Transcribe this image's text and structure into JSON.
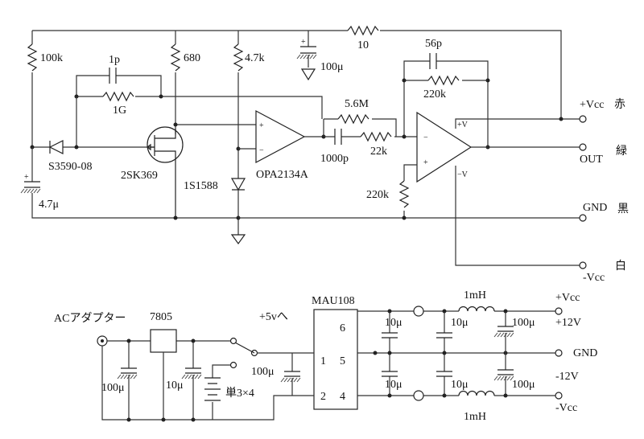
{
  "amp": {
    "r_in_bias": "100k",
    "r_drain": "680",
    "r_zener": "4.7k",
    "r_supply": "10",
    "c_supply": "100μ",
    "c_fb_small": "1p",
    "r_fb_big": "1G",
    "photodiode": "S3590-08",
    "fet": "2SK369",
    "c_bias": "4.7μ",
    "zener": "1S1588",
    "opamp1": "OPA2134A",
    "r_fb2": "5.6M",
    "c_couple": "1000p",
    "r_in2": "22k",
    "c_fb2": "56p",
    "r_fb3": "220k",
    "r_gnd": "220k",
    "plus_v": "+V",
    "minus_v": "−V",
    "out_vcc_plus": "+Vcc",
    "out_vcc_plus_color": "赤",
    "out_out": "OUT",
    "out_out_color": "緑",
    "out_gnd": "GND",
    "out_gnd_color": "黒",
    "out_vcc_minus": "-Vcc",
    "out_vcc_minus_color": "白"
  },
  "psu": {
    "adapter": "ACアダプター",
    "regulator": "7805",
    "c1": "100μ",
    "c2": "10μ",
    "plus5v": "+5vへ",
    "c3": "100μ",
    "battery": "単3×4",
    "converter": "MAU108",
    "pin1": "1",
    "pin2": "2",
    "pin4": "4",
    "pin5": "5",
    "pin6": "6",
    "c_a": "10μ",
    "c_b": "10μ",
    "c_c": "10μ",
    "c_d": "10μ",
    "l1": "1mH",
    "l2": "1mH",
    "c_e": "100μ",
    "c_f": "100μ",
    "out_pos_name": "+Vcc",
    "out_pos_value": "+12V",
    "out_gnd": "GND",
    "out_neg_value": "-12V",
    "out_neg_name": "-Vcc"
  }
}
